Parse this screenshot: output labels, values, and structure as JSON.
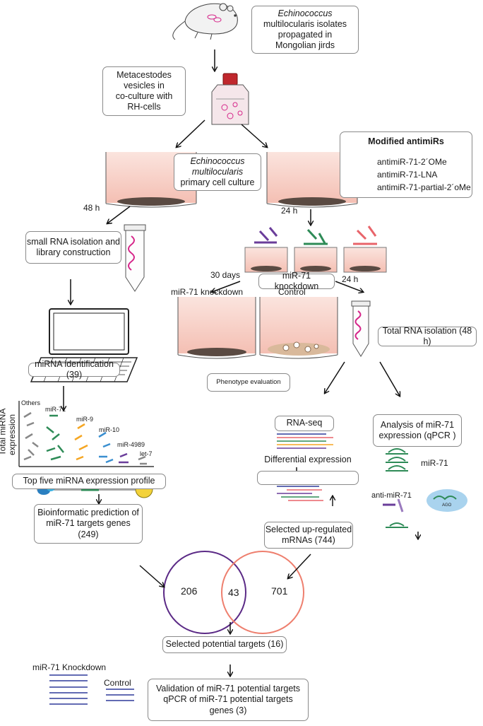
{
  "boxes": {
    "isolates": {
      "l1": "Echinococcus",
      "l2": "multilocularis isolates",
      "l3": "propagated in",
      "l4": "Mongolian jirds"
    },
    "metacestodes": {
      "l1": "Metacestodes",
      "l2": "vesicles in",
      "l3": "co-culture with",
      "l4": "RH-cells"
    },
    "primary": {
      "l1": "Echinococcus",
      "l2": "multilocularis",
      "l3": "primary cell culture"
    },
    "antimirs": {
      "title": "Modified antimiRs",
      "items": [
        "antimiR-71-2´OMe",
        "antimiR-71-LNA",
        "antimiR-71-partial-2´oMe"
      ]
    },
    "smallrna": {
      "l1": "small RNA isolation and",
      "l2": "library construction"
    },
    "knockdown": "miR-71 knockdown",
    "phenotype": "Phenotype evaluation",
    "totalrna": "Total RNA isolation (48 h)",
    "mirnaid": "miRNA identification (39)",
    "topfive": "Top five miRNA expression profile",
    "bioinf": {
      "l1": "Bioinformatic prediction of",
      "l2": "miR-71 targets genes",
      "l3": "(249)"
    },
    "rnaseq": "RNA-seq",
    "diffexp": "Differential expression",
    "selected_up": {
      "l1": "Selected up-regulated",
      "l2": "mRNAs (744)"
    },
    "analysis": {
      "l1": "Analysis of miR-71",
      "l2": "expression (qPCR )"
    },
    "potential": "Selected  potential targets (16)",
    "validation": {
      "l1": "Validation of miR-71 potential targets",
      "l2": "qPCR of miR-71 potential targets",
      "l3": "genes (3)"
    }
  },
  "labels": {
    "t48": "48 h",
    "t24a": "24 h",
    "t30": "30 days",
    "t24b": "24 h",
    "mir71kd": "miR-71 knockdown",
    "control": "Control",
    "ylab1": "Total miRNA",
    "ylab2": "expression",
    "others": "Others",
    "mir71": "miR-71",
    "mir9": "miR-9",
    "mir10": "miR-10",
    "mir4989": "miR-4989",
    "let7": "let-7",
    "qpcr_mir71": "miR-71",
    "anti_mir71": "anti-miR-71",
    "ago": "AGO",
    "kd_bottom": "miR-71 Knockdown",
    "control_bottom": "Control"
  },
  "venn": {
    "left": "206",
    "overlap": "43",
    "right": "701"
  },
  "colors": {
    "purple": "#6a3d9a",
    "green": "#2e8b57",
    "red": "#e8646a",
    "salmon": "#f7cfc6",
    "orange": "#f5a623",
    "blue": "#3a8fd0",
    "magenta": "#d6268a",
    "venn_left": "#5b2a86",
    "venn_right": "#ee7f6e"
  }
}
